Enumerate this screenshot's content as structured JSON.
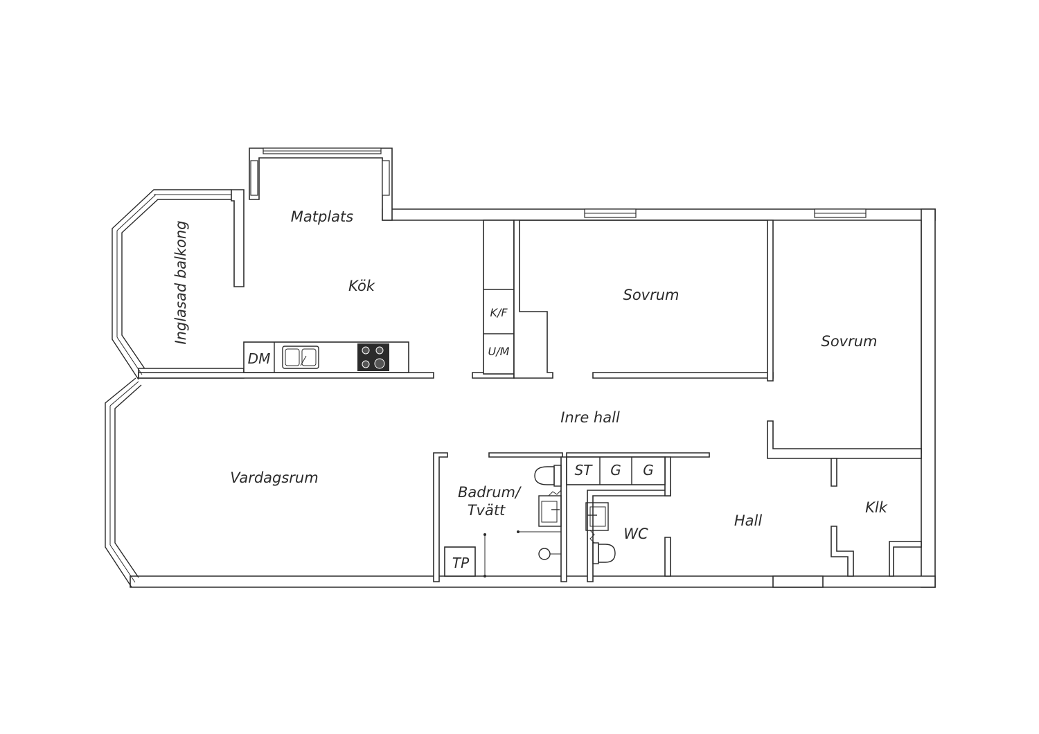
{
  "rooms": {
    "inglasad_balkong": "Inglasad balkong",
    "matplats": "Matplats",
    "kok": "Kök",
    "sovrum_1": "Sovrum",
    "sovrum_2": "Sovrum",
    "inre_hall": "Inre hall",
    "vardagsrum": "Vardagsrum",
    "badrum_line1": "Badrum/",
    "badrum_line2": "Tvätt",
    "wc": "WC",
    "hall": "Hall",
    "klk": "Klk"
  },
  "fixtures": {
    "dishwasher": "DM",
    "fridge_freezer": "K/F",
    "oven_micro": "U/M",
    "storage": "ST",
    "wardrobe_1": "G",
    "wardrobe_2": "G",
    "dryer": "TP"
  },
  "colors": {
    "line": "#2b2b2b",
    "background": "#ffffff"
  }
}
